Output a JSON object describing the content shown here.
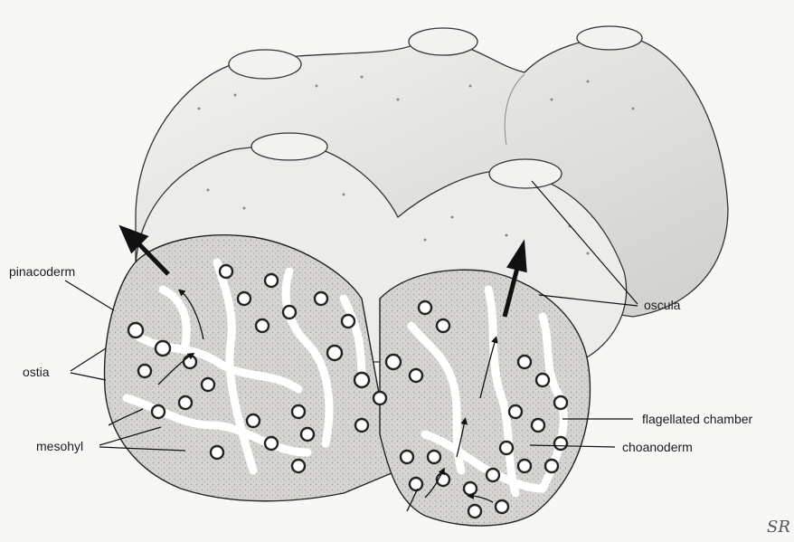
{
  "labels": {
    "pinacoderm": "pinacoderm",
    "ostia": "ostia",
    "mesohyl": "mesohyl",
    "oscula": "oscula",
    "flagellated_chamber": "flagellated chamber",
    "choanoderm": "choanoderm"
  },
  "signature": "SR",
  "colors": {
    "paper": "#f7f7f5",
    "sponge_surface": "#e9e9e6",
    "cut_surface": "#d9d8d4",
    "canal": "#ffffff",
    "ink": "#222222"
  }
}
